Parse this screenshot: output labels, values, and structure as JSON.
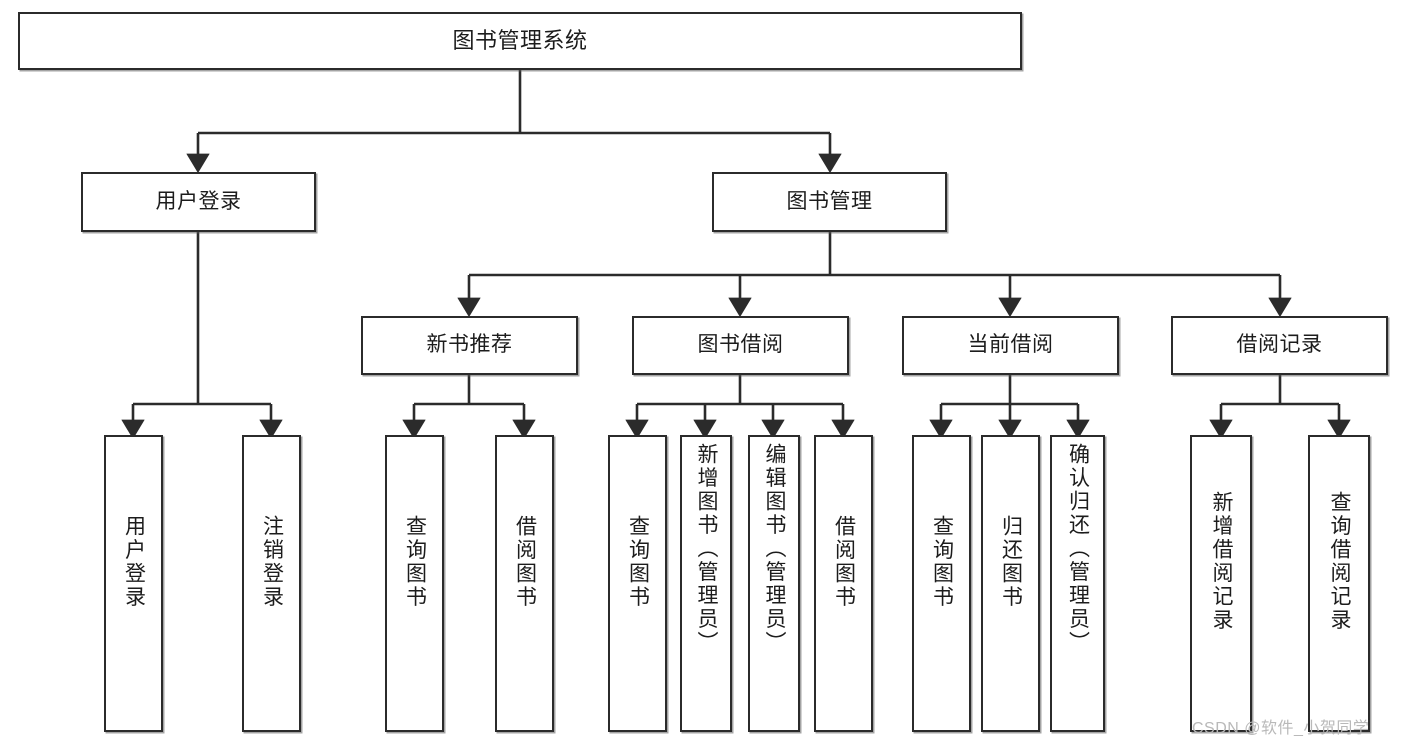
{
  "diagram": {
    "title": "图书管理系统",
    "type": "tree-hierarchy-chart",
    "root": {
      "label": "图书管理系统"
    },
    "level2": [
      {
        "label": "用户登录"
      },
      {
        "label": "图书管理"
      }
    ],
    "level3": [
      {
        "label": "新书推荐"
      },
      {
        "label": "图书借阅"
      },
      {
        "label": "当前借阅"
      },
      {
        "label": "借阅记录"
      }
    ],
    "leaves": {
      "user_login": [
        {
          "label": "用户登录"
        },
        {
          "label": "注销登录"
        }
      ],
      "new_book_recommend": [
        {
          "label": "查询图书"
        },
        {
          "label": "借阅图书"
        }
      ],
      "book_borrow": [
        {
          "label": "查询图书"
        },
        {
          "label": "新增图书（管理员）"
        },
        {
          "label": "编辑图书（管理员）"
        },
        {
          "label": "借阅图书"
        }
      ],
      "current_borrow": [
        {
          "label": "查询图书"
        },
        {
          "label": "归还图书"
        },
        {
          "label": "确认归还（管理员）"
        }
      ],
      "borrow_records": [
        {
          "label": "新增借阅记录"
        },
        {
          "label": "查询借阅记录"
        }
      ]
    }
  },
  "watermark": {
    "text": "CSDN @软件_小贺同学"
  },
  "colors": {
    "stroke": "#2b2b2b",
    "fill": "#ffffff",
    "text": "#1c1c1c",
    "watermark": "#b9b9b9"
  }
}
